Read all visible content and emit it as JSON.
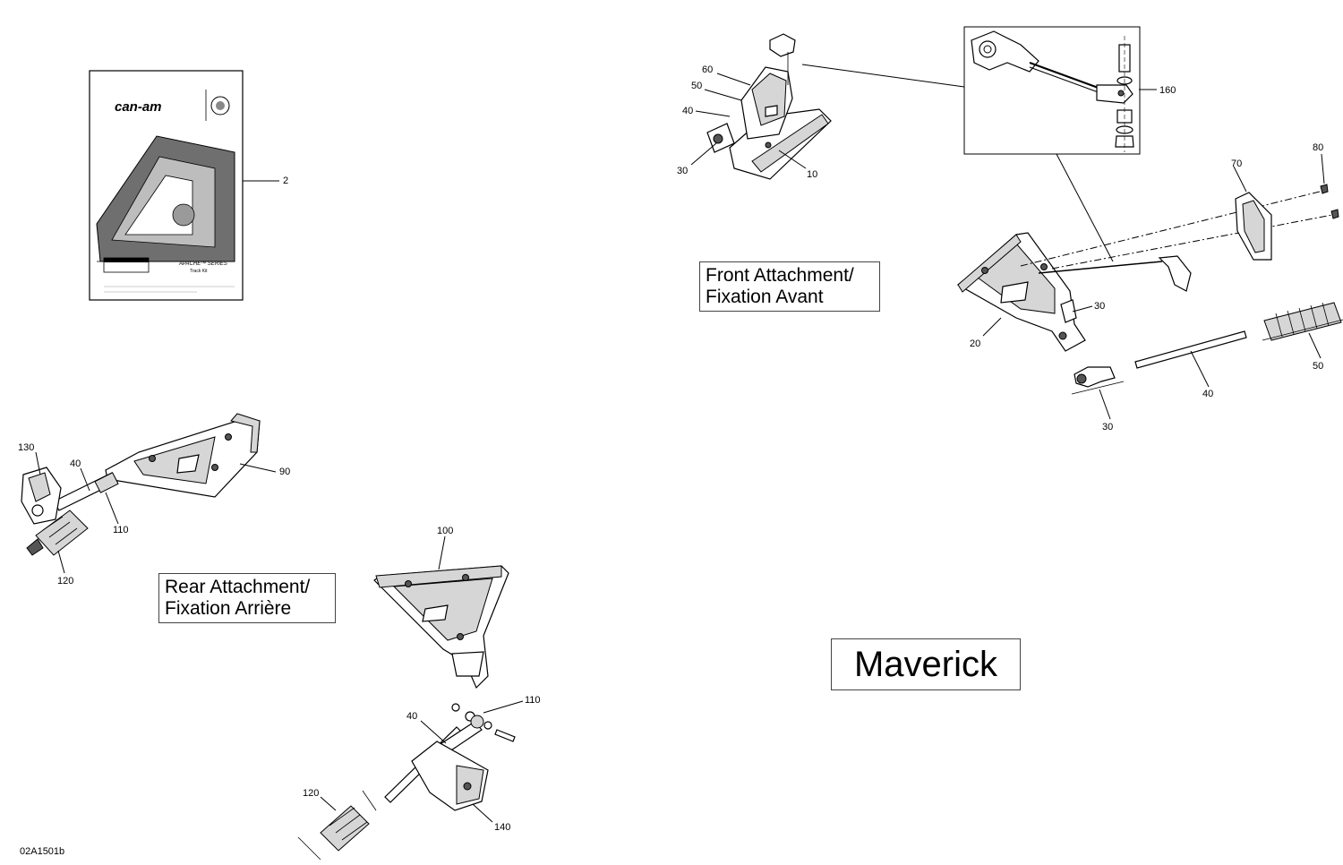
{
  "model_label": "Maverick",
  "drawing_code": "02A1501b",
  "sections": {
    "rear": {
      "line1": "Rear Attachment/",
      "line2": "Fixation Arrière"
    },
    "front": {
      "line1": "Front Attachment/",
      "line2": "Fixation Avant"
    }
  },
  "manual_cover": {
    "brand": "can-am",
    "product_line": "APACHE™ SERIES",
    "subtitle": "Track Kit"
  },
  "callouts": {
    "manual": "2",
    "rear_upper": [
      "130",
      "40",
      "110",
      "120",
      "90"
    ],
    "rear_lower": [
      "100",
      "40",
      "110",
      "120",
      "140"
    ],
    "front_upper": [
      "60",
      "50",
      "40",
      "30",
      "10"
    ],
    "front_detail": [
      "160"
    ],
    "front_lower": [
      "70",
      "80",
      "30",
      "20",
      "40",
      "50",
      "30"
    ]
  }
}
